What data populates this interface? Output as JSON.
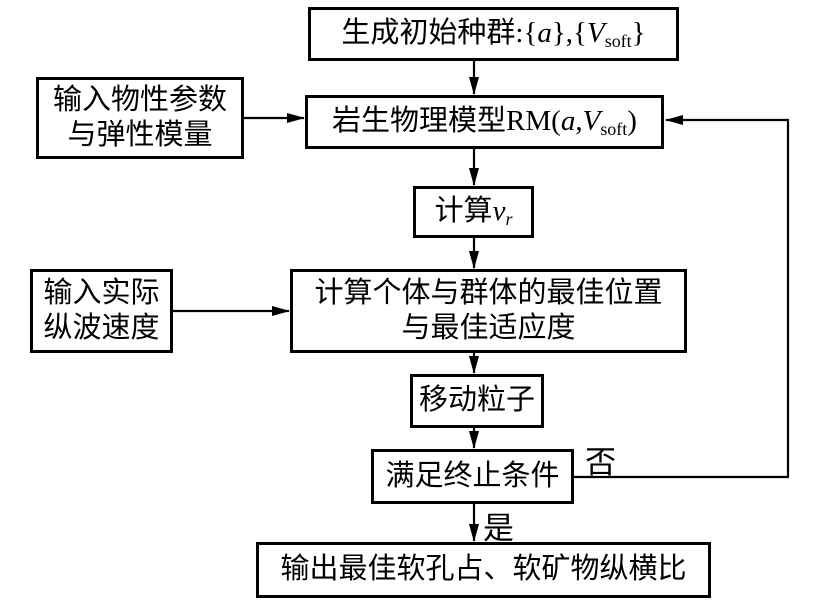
{
  "diagram": {
    "background": "#ffffff",
    "line_color": "#000000",
    "boxes": {
      "generate": {
        "pre": "生成初始种群:{",
        "var_a": "a",
        "mid": "},{",
        "var_v": "V",
        "v_sub": "soft",
        "post": "}"
      },
      "input_props": {
        "line1": "输入物性参数",
        "line2": "与弹性模量"
      },
      "rock_model": {
        "pre": "岩生物理模型RM(",
        "var_a": "a",
        "comma": ",",
        "var_v": "V",
        "v_sub": "soft",
        "post": ")"
      },
      "calc_vr": {
        "pre": "计算",
        "var_v": "v",
        "v_sub": "r"
      },
      "input_velocity": {
        "line1": "输入实际",
        "line2": "纵波速度"
      },
      "calc_best": {
        "line1": "计算个体与群体的最佳位置",
        "line2": "与最佳适应度"
      },
      "move_particle": {
        "label": "移动粒子"
      },
      "termination": {
        "label": "满足终止条件"
      },
      "output": {
        "label": "输出最佳软孔占、软矿物纵横比"
      }
    },
    "edge_labels": {
      "no": "否",
      "yes": "是"
    }
  }
}
